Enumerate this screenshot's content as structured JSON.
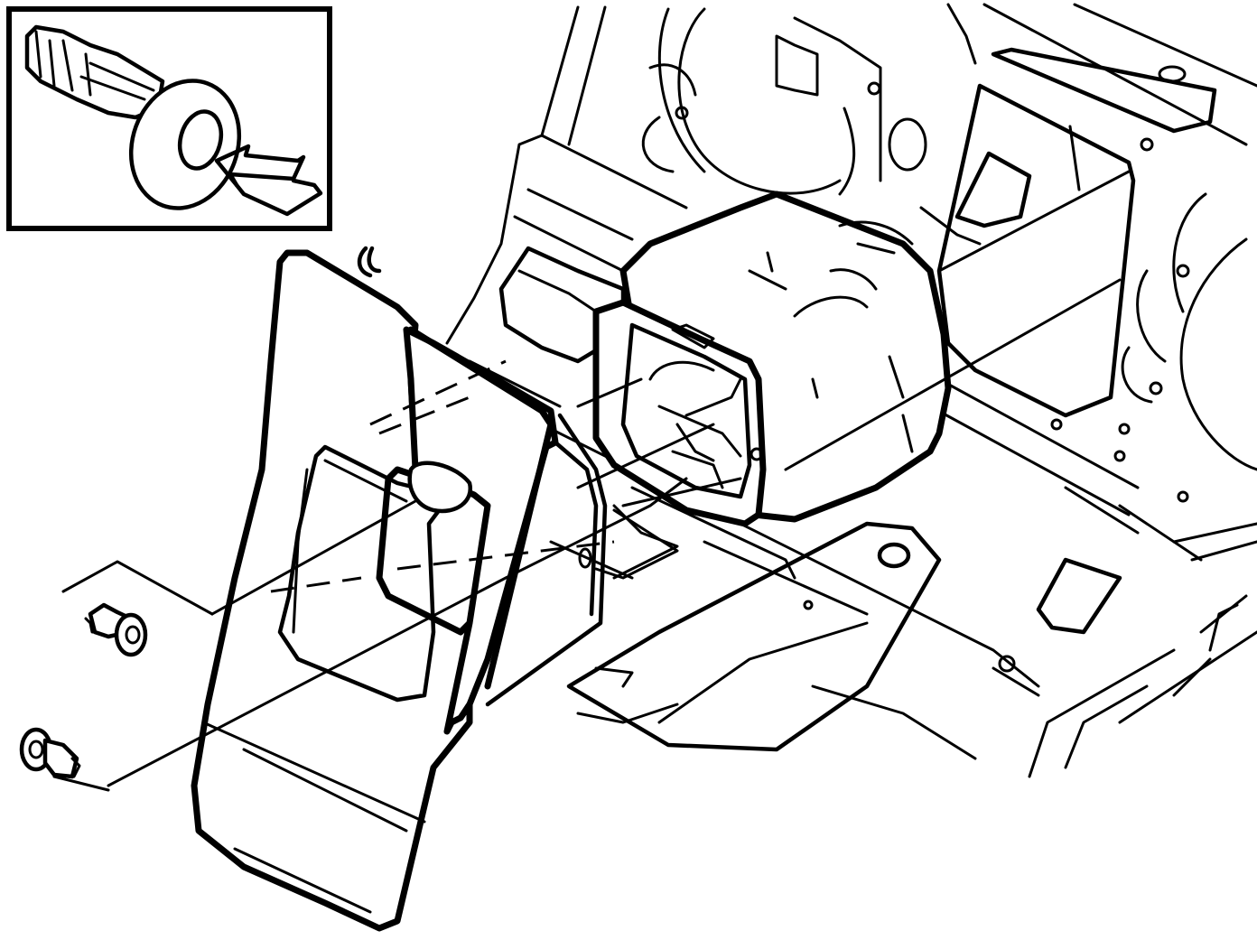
{
  "figure": {
    "type": "exploded assembly illustration",
    "parts": [
      "inset-push-rivet-detail",
      "body-floor-structure",
      "box-housing",
      "trim-panel",
      "push-rivet-upper",
      "push-rivet-lower"
    ]
  },
  "colors": {
    "line": "#000000",
    "background": "#ffffff"
  },
  "icons": {
    "inset_arrow": "push-arrow-icon"
  }
}
